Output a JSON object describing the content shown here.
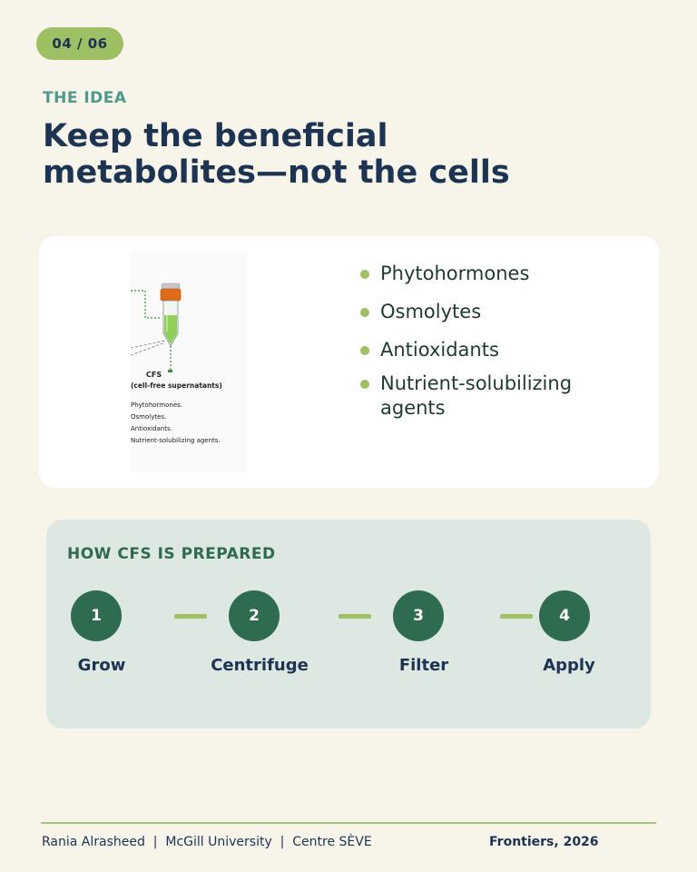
{
  "slide": {
    "counter": "04 / 06",
    "kicker": "THE IDEA",
    "title_line1": "Keep the beneficial",
    "title_line2": "metabolites—not the cells"
  },
  "figure": {
    "label": "CFS",
    "sublabel": "(cell-free supernatants)",
    "items": [
      "Phytohormones.",
      "Osmolytes.",
      "Antioxidants.",
      "Nutrient-solubilizing agents."
    ]
  },
  "bullets": [
    "Phytohormones",
    "Osmolytes",
    "Antioxidants",
    "Nutrient-solubilizing agents"
  ],
  "process": {
    "title": "HOW CFS IS PREPARED",
    "steps": [
      {
        "number": "1",
        "label": "Grow"
      },
      {
        "number": "2",
        "label": "Centrifuge"
      },
      {
        "number": "3",
        "label": "Filter"
      },
      {
        "number": "4",
        "label": "Apply"
      }
    ]
  },
  "footer": {
    "credits": "Rania Alrasheed  |  McGill University  |  Centre SÈVE",
    "citation": "Frontiers, 2026"
  },
  "colors": {
    "background": "#f7f4ea",
    "accent_green": "#9ebf63",
    "dark_green": "#2f6b4f",
    "navy": "#1c3352",
    "teal": "#4f9a8c",
    "panel": "#dde8e3"
  }
}
